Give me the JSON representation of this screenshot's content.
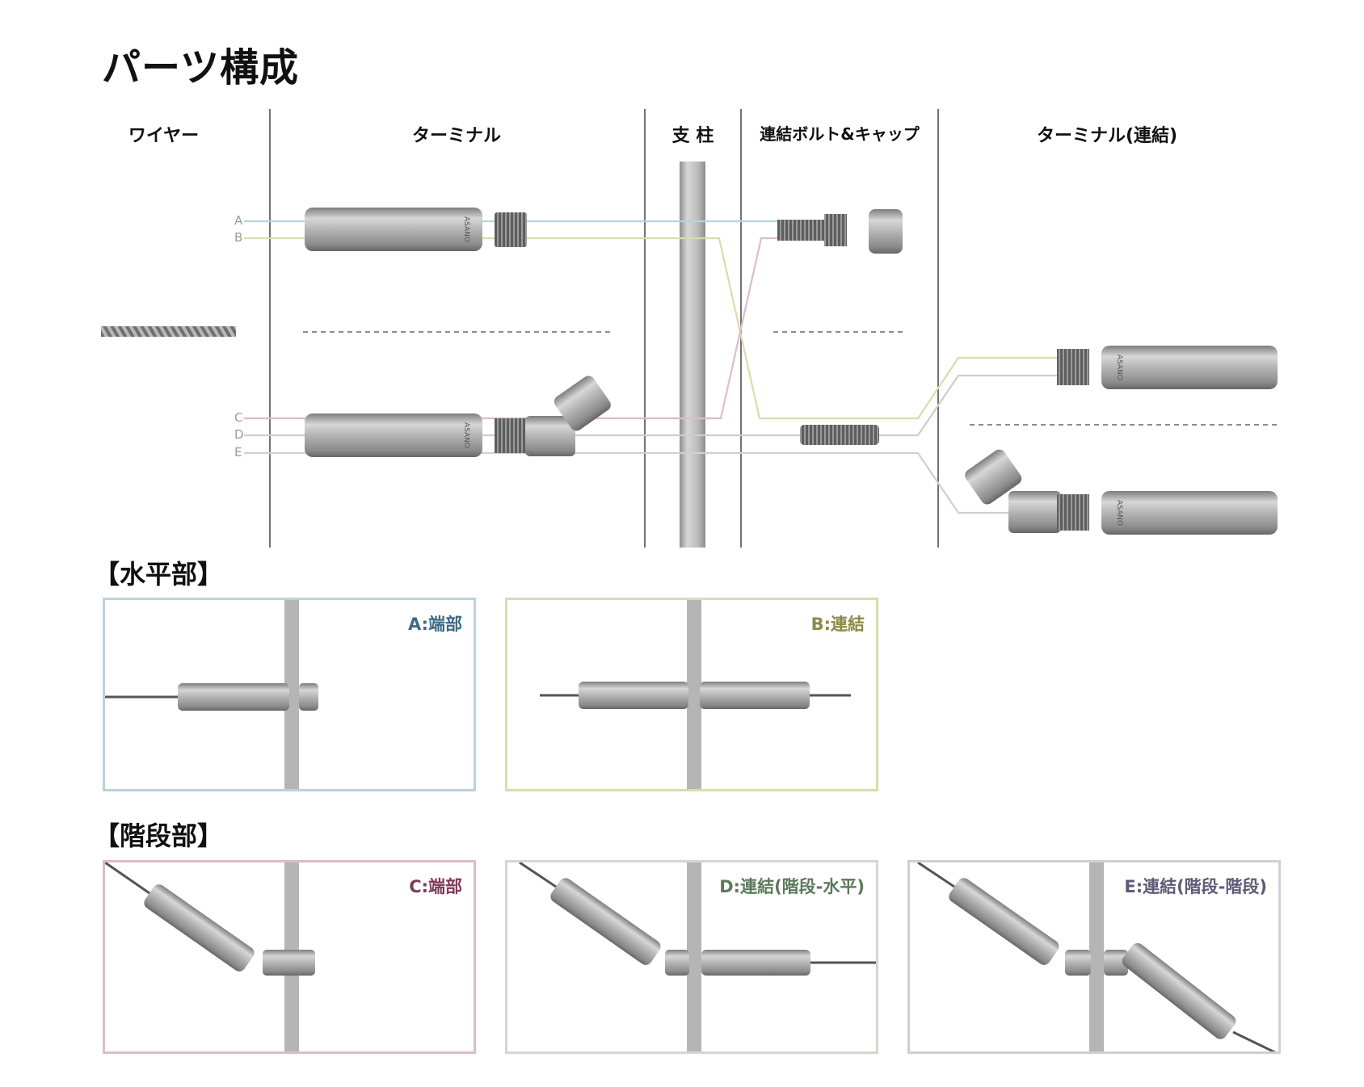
{
  "title": "パーツ構成",
  "columns": {
    "wire": "ワイヤー",
    "terminal": "ターミナル",
    "post": "支 柱",
    "bolt_cap": "連結ボルト&キャップ",
    "terminal_link": "ターミナル(連結)"
  },
  "line_letters": [
    "A",
    "B",
    "C",
    "D",
    "E"
  ],
  "brand_text": "ASANO",
  "sections": {
    "horizontal": "【水平部】",
    "stair": "【階段部】"
  },
  "panels": {
    "a": "A:端部",
    "b": "B:連結",
    "c": "C:端部",
    "d": "D:連結(階段-水平)",
    "e": "E:連結(階段-階段)"
  },
  "colors": {
    "line_a": "#b9d3dc",
    "line_b": "#dbdcab",
    "line_c": "#dcbcc8",
    "line_d": "#c9d2c3",
    "line_e": "#cfcfd8",
    "label_a": "#3e6a85",
    "label_b": "#8c8a43",
    "label_c": "#7e3a55",
    "label_d": "#5c7a5c",
    "label_e": "#5e5a78"
  }
}
